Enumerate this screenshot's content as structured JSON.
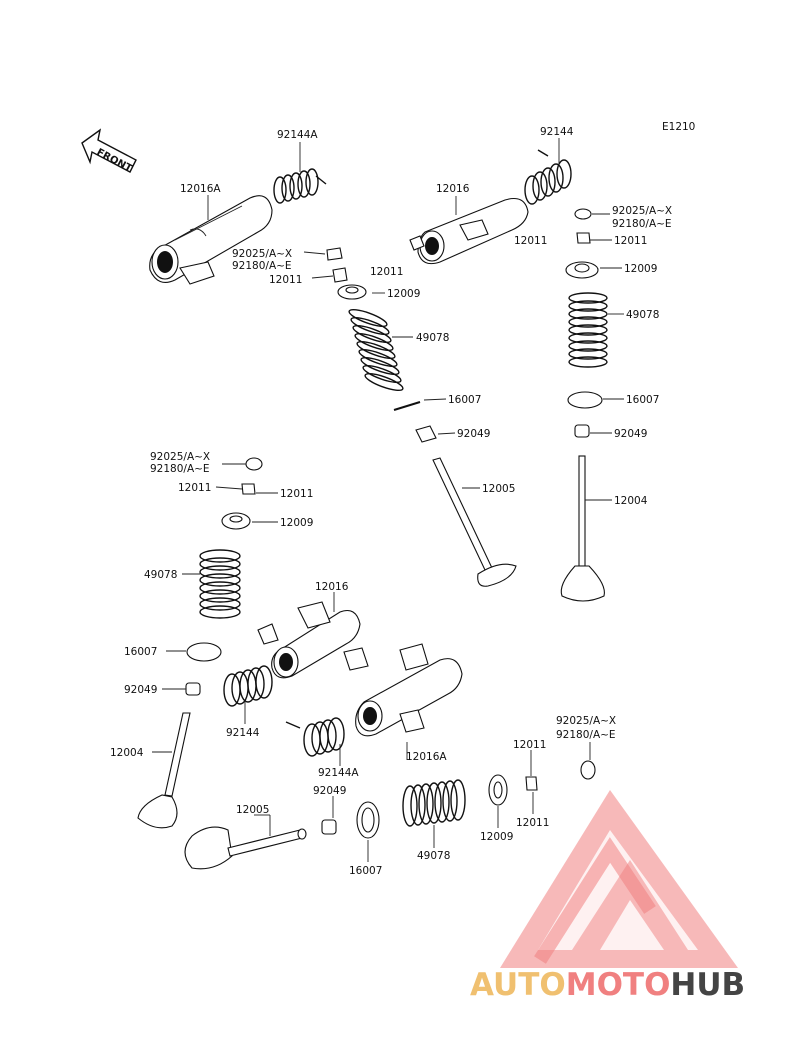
{
  "diagram_code": "E1210",
  "front_label": "FRONT",
  "watermark": {
    "part1": "AUTO",
    "part2": "MOTO",
    "part3": "HUB",
    "color1": "#f0c070",
    "color2": "#f08080",
    "color3": "#444444"
  },
  "labels": {
    "l1": "92144A",
    "l2": "12016A",
    "l3": "92025/A~X",
    "l4": "92180/A~E",
    "l5": "12011",
    "l6": "12011",
    "l7": "12009",
    "l8": "49078",
    "l9": "16007",
    "l10": "92049",
    "l11": "12005",
    "l12": "92144",
    "l13": "12016",
    "l14": "92025/A~X",
    "l15": "92180/A~E",
    "l16": "12011",
    "l17": "12011",
    "l18": "12009",
    "l19": "49078",
    "l20": "16007",
    "l21": "92049",
    "l22": "12004",
    "l23": "92025/A~X",
    "l24": "92180/A~E",
    "l25": "12011",
    "l26": "12011",
    "l27": "12009",
    "l28": "49078",
    "l29": "16007",
    "l30": "92049",
    "l31": "12004",
    "l32": "12016",
    "l33": "92144",
    "l34": "92144A",
    "l35": "12016A",
    "l36": "92049",
    "l37": "12005",
    "l38": "16007",
    "l39": "49078",
    "l40": "12009",
    "l41": "12011",
    "l42": "12011",
    "l43": "92025/A~X",
    "l44": "92180/A~E"
  }
}
